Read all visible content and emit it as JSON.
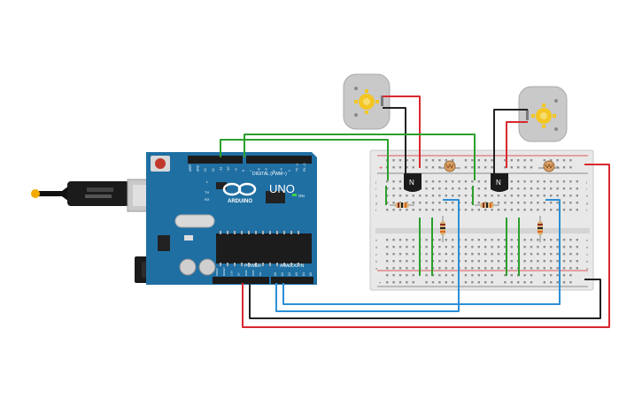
{
  "arduino": {
    "brand": "ARDUINO",
    "model": "UNO",
    "on_label": "ON",
    "digital_header": "DIGITAL (PWM~)",
    "power_header": "POWER",
    "analog_header": "ANALOG IN",
    "tx_label": "TX",
    "rx_label": "RX",
    "l_label": "L",
    "digital_pins": [
      "AREF",
      "GND",
      "13",
      "12",
      "~11",
      "~10",
      "~9",
      "8",
      "7",
      "~6",
      "~5",
      "4",
      "~3",
      "2",
      "TX→1",
      "RX←0"
    ],
    "power_pins": [
      "IOREF",
      "RESET",
      "3.3V",
      "5V",
      "GND",
      "GND",
      "Vin"
    ],
    "analog_pins": [
      "A0",
      "A1",
      "A2",
      "A3",
      "A4",
      "A5"
    ]
  },
  "transistor_label": "N",
  "breadboard": {
    "row_letters_top": [
      "j",
      "i",
      "h",
      "g",
      "f"
    ],
    "row_letters_bottom": [
      "e",
      "d",
      "c",
      "b",
      "a"
    ],
    "plus": "+",
    "minus": "-"
  },
  "colors": {
    "board_blue": "#1f6fa3",
    "wire_red": "#d9282f",
    "wire_black": "#222222",
    "wire_green": "#2ca02c",
    "wire_blue": "#2c8fd6"
  }
}
